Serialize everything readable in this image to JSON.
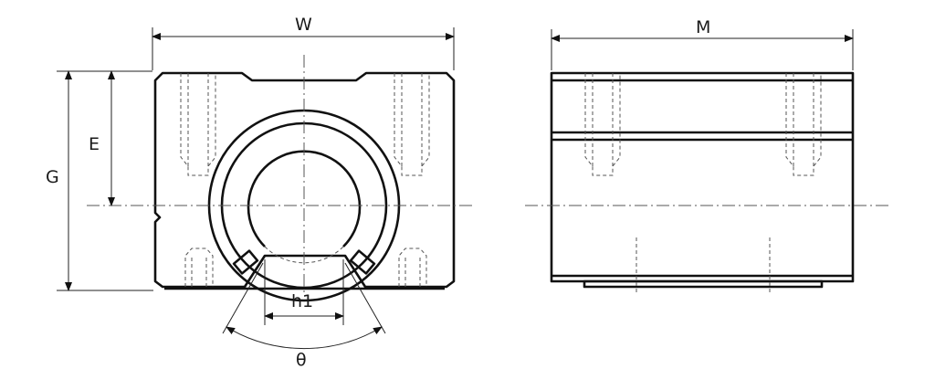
{
  "labels": {
    "W": "W",
    "M": "M",
    "E": "E",
    "G": "G",
    "h1": "h1",
    "theta": "θ"
  },
  "colors": {
    "line": "#111111",
    "hidden": "#555555",
    "background": "#ffffff"
  },
  "icons": {
    "dimension_arrow": "arrowhead"
  }
}
